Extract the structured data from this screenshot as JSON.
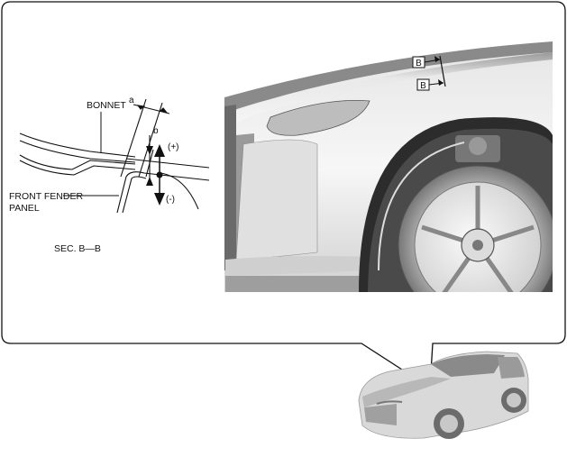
{
  "labels": {
    "bonnet": "BONNET",
    "front_fender_panel_line1": "FRONT FENDER",
    "front_fender_panel_line2": "PANEL",
    "section_caption": "SEC. B—B",
    "dimension_a": "a",
    "dimension_b": "b",
    "adjust_plus": "(+)",
    "adjust_minus": "(-)",
    "section_marker_top": "B",
    "section_marker_bottom": "B"
  },
  "colors": {
    "line": "#111111",
    "render_light": "#f2f2f2",
    "render_mid": "#cfcfcf",
    "render_dark": "#6a6a6a"
  }
}
